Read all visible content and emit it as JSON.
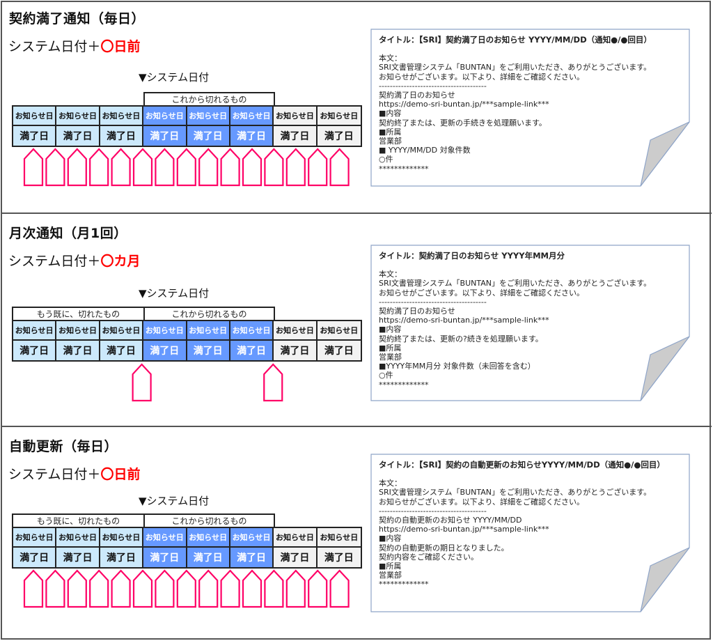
{
  "columns": {
    "notice_label": "お知らせ日",
    "expiry_label": "満了日",
    "states": [
      "past",
      "past",
      "past",
      "now",
      "now",
      "now",
      "future",
      "future"
    ]
  },
  "colors": {
    "past": "#cce9fb",
    "current": "#6699ff",
    "future": "#f2f2f2",
    "arrow": "#ff0066",
    "highlight_text": "#ff0000",
    "email_border": "#8ea4c8",
    "fold": "#cccccc"
  },
  "sections": [
    {
      "title": "契約満了通知（毎日）",
      "formula_prefix": "システム日付＋",
      "formula_highlight": "〇日前",
      "system_date_marker": "▼システム日付",
      "group_past": "",
      "group_upcoming": "これから切れるもの",
      "arrow_count": 15,
      "arrow_icon": "pink-pentagon-arrow-icon",
      "email": {
        "title": "タイトル：【SRI】契約満了日のお知らせ YYYY/MM/DD（通知●/●回目）",
        "body": [
          "本文：",
          "SRI文書管理システム「BUNTAN」をご利用いただき、ありがとうございます。",
          "お知らせがございます。以下より、詳細をご確認ください。",
          "---------------------------------------",
          "契約満了日のお知らせ",
          "https://demo-sri-buntan.jp/***sample-link***",
          "■内容",
          "契約終了または、更新の手続きを処理願います。",
          "■所属",
          "営業部",
          "■ YYYY/MM/DD 対象件数",
          "○件",
          "*************"
        ]
      }
    },
    {
      "title": "月次通知（月1回）",
      "formula_prefix": "システム日付＋",
      "formula_highlight": "〇カ月",
      "system_date_marker": "▼システム日付",
      "group_past": "もう既に、切れたもの",
      "group_upcoming": "これから切れるもの",
      "arrow_count": 2,
      "arrow_icon": "pink-pentagon-arrow-icon",
      "email": {
        "title": "タイトル：契約満了日のお知らせ YYYY年MM月分",
        "body": [
          "本文：",
          "SRI文書管理システム「BUNTAN」をご利用いただき、ありがとうございます。",
          "お知らせがございます。以下より、詳細をご確認ください。",
          "---------------------------------------",
          "契約満了日のお知らせ",
          "https://demo-sri-buntan.jp/***sample-link***",
          "■内容",
          "契約終了または、更新の?続きを処理願います。",
          "■所属",
          "営業部",
          "■YYYY年MM月分 対象件数（未回答を含む）",
          "○件",
          "*************"
        ]
      }
    },
    {
      "title": "自動更新（毎日）",
      "formula_prefix": "システム日付＋",
      "formula_highlight": "〇日前",
      "system_date_marker": "▼システム日付",
      "group_past": "もう既に、切れたもの",
      "group_upcoming": "これから切れるもの",
      "arrow_count": 15,
      "arrow_icon": "pink-pentagon-arrow-icon",
      "email": {
        "title": "タイトル：【SRI】契約の自動更新のお知らせYYYY/MM/DD（通知●/●回目）",
        "body": [
          "本文：",
          "SRI文書管理システム「BUNTAN」をご利用いただき、ありがとうございます。",
          "お知らせがございます。以下より、詳細をご確認ください。",
          "---------------------------------------",
          "契約の自動更新のお知らせ YYYY/MM/DD",
          "https://demo-sri-buntan.jp/***sample-link***",
          "■内容",
          "契約の自動更新の期日となりました。",
          "契約内容をご確認ください。",
          "■所属",
          "営業部",
          "*************"
        ]
      }
    }
  ]
}
